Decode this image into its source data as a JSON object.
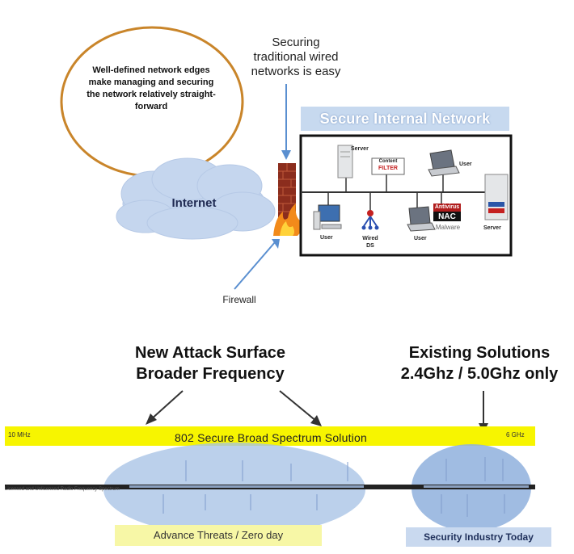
{
  "bubble": {
    "text": "Well-defined network edges make managing and securing the network relatively straight-forward"
  },
  "top_caption": {
    "line1": "Securing",
    "line2": "traditional wired",
    "line3": "networks is easy"
  },
  "panel": {
    "title": "Secure Internal Network"
  },
  "cloud": {
    "label": "Internet"
  },
  "firewall": {
    "label": "Firewall"
  },
  "nodes": {
    "server_top": "Server",
    "content_filter_line1": "Content",
    "content_filter_line2": "FILTER",
    "user_laptop_top": "User",
    "user_desktop": "User",
    "wired_ids_line1": "Wired",
    "wired_ids_line2": "DS",
    "user_laptop_bottom": "User",
    "antivirus": "Antivirus",
    "nac": "NAC",
    "malware": "Malware",
    "server_right": "Server"
  },
  "headings": {
    "left_line1": "New Attack Surface",
    "left_line2": "Broader Frequency",
    "right_line1": "Existing Solutions",
    "right_line2": "2.4Ghz / 5.0Ghz only"
  },
  "band": {
    "left_label": "10 MHz",
    "right_label": "6 GHz",
    "text": "802 Secure  Broad  Spectrum  Solution"
  },
  "spectrum_label": "Licensed and Unlicensed Radio Frequency Spectrum",
  "tags": {
    "left": "Advance Threats / Zero day",
    "right": "Security Industry Today"
  },
  "colors": {
    "bubble_border": "#c9852a",
    "cloud_fill": "#c5d6ee",
    "panel_title_bg": "#c7d9ef",
    "arrow_blue": "#5a8fd0",
    "band_yellow": "#f7f500",
    "ellipse_blue": "#a8c3e6",
    "brick": "#8b2d1d",
    "flame": "#f28a1a"
  }
}
